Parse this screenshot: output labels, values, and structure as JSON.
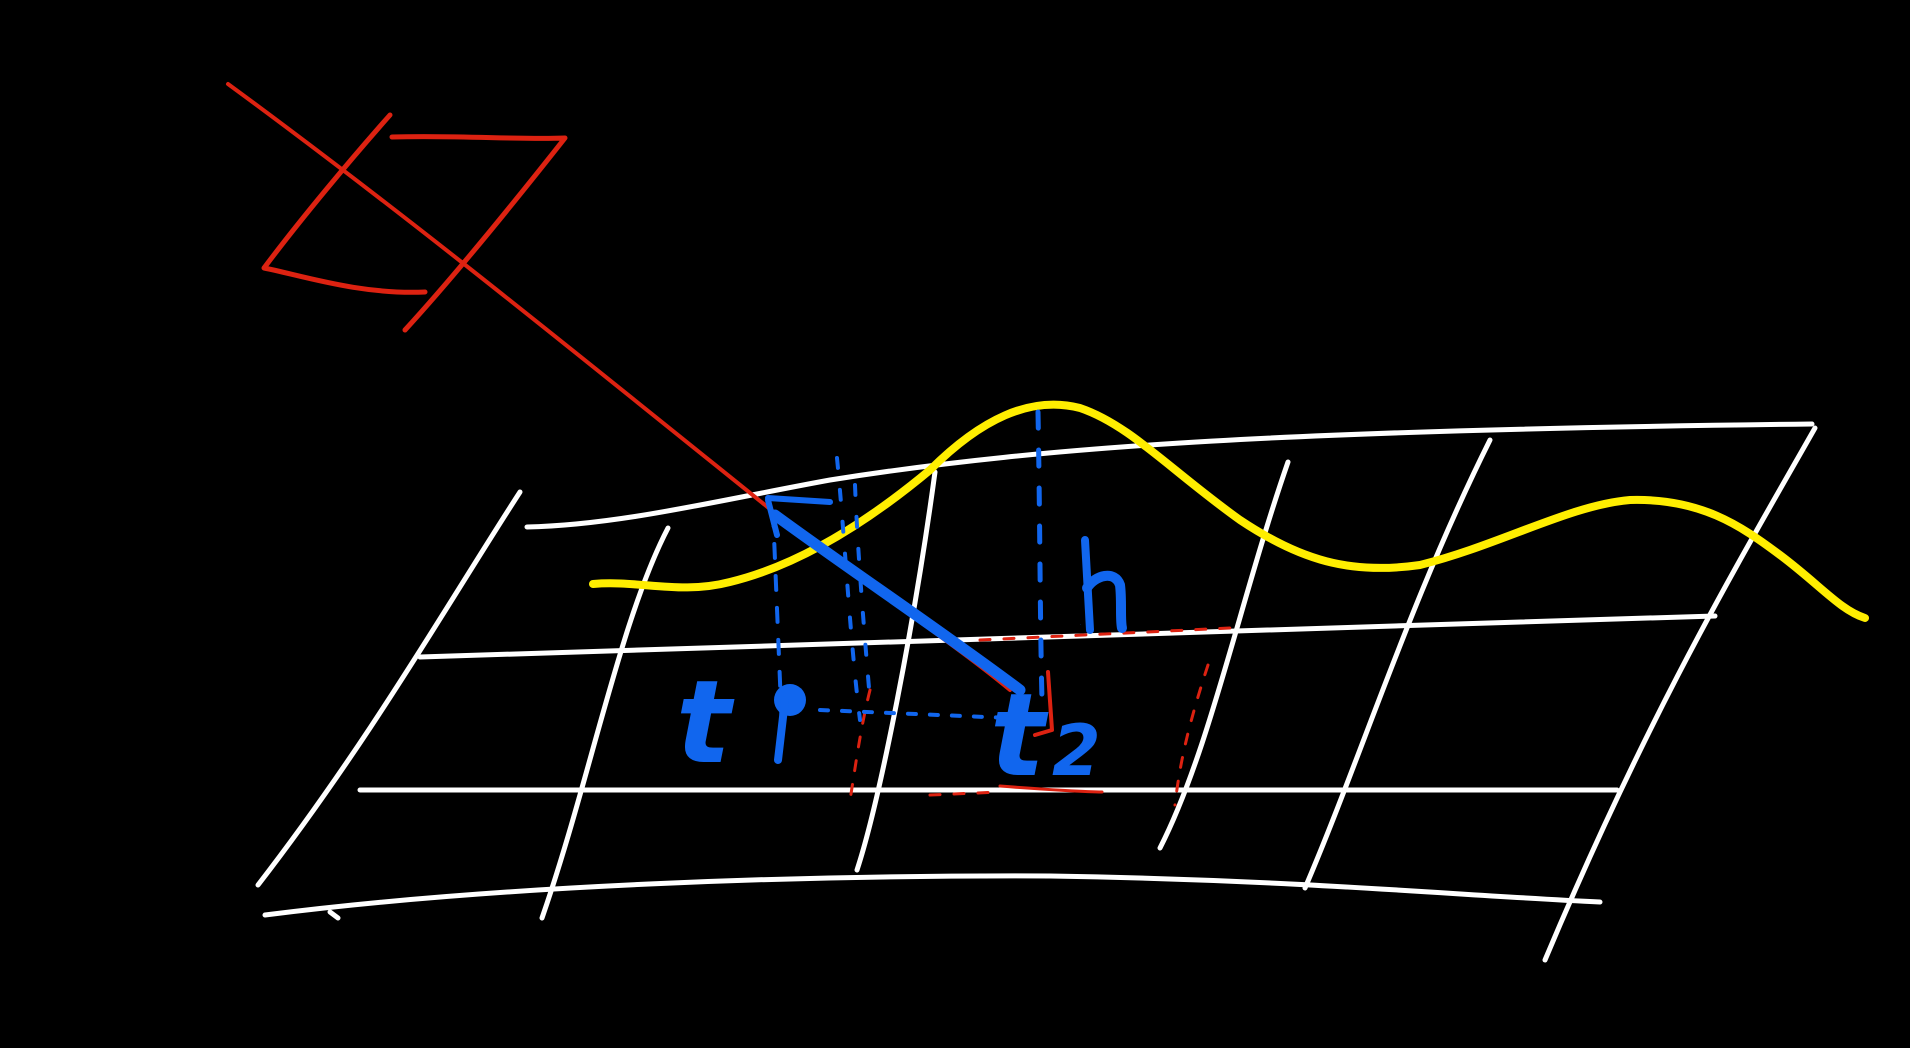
{
  "labels": {
    "t1": "t",
    "t2": "t",
    "t2_subscript": "2",
    "h": "h"
  },
  "colors": {
    "background": "#000000",
    "grid": "#ffffff",
    "camera_ray": "#dd2211",
    "heightfield": "#ffee00",
    "annotation": "#1166ee"
  }
}
